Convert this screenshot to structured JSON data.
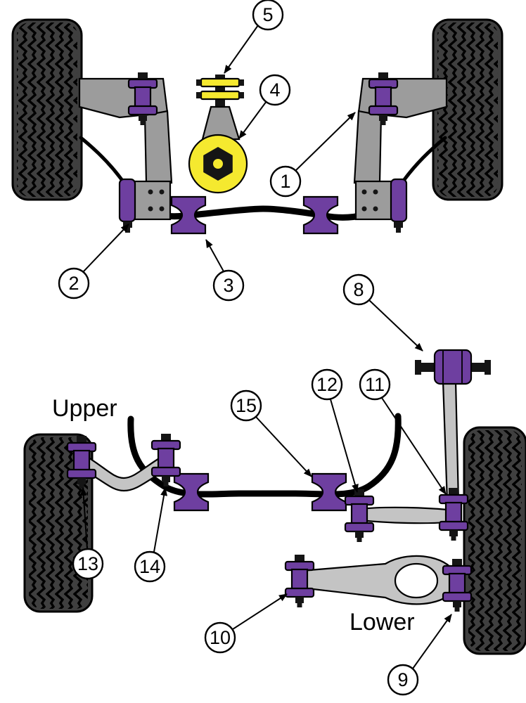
{
  "diagram": {
    "labels": {
      "upper": "Upper",
      "lower": "Lower"
    },
    "callouts": [
      {
        "label": "5"
      },
      {
        "label": "4"
      },
      {
        "label": "1"
      },
      {
        "label": "2"
      },
      {
        "label": "3"
      },
      {
        "label": "8"
      },
      {
        "label": "15"
      },
      {
        "label": "12"
      },
      {
        "label": "11"
      },
      {
        "label": "13"
      },
      {
        "label": "14"
      },
      {
        "label": "10"
      },
      {
        "label": "9"
      }
    ]
  },
  "colors": {
    "purple": "#6e3fa0",
    "yellow": "#f5e92f",
    "arm_gray": "#9c9c9c",
    "arm_light": "#c4c4c4",
    "dark": "#151515",
    "tire": "#3f3f3f",
    "background": "#ffffff"
  }
}
